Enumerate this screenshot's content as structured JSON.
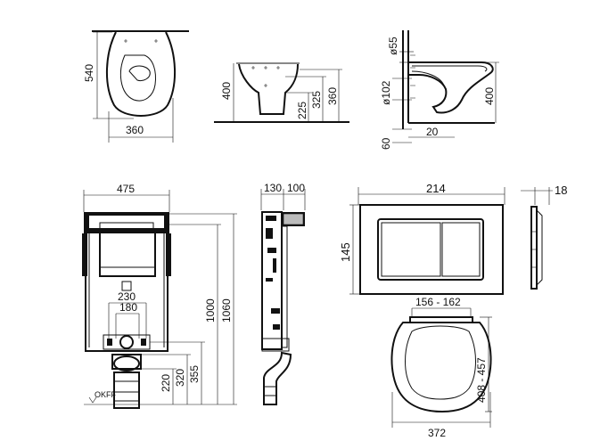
{
  "top_left": {
    "width": "360",
    "depth": "540"
  },
  "top_middle": {
    "h400": "400",
    "h360": "360",
    "h325": "325",
    "h225": "225"
  },
  "top_right": {
    "d55": "ø55",
    "d102": "ø102",
    "h400": "400",
    "w60": "60",
    "w20": "20"
  },
  "frame_front": {
    "w475": "475",
    "w230": "230",
    "w180": "180",
    "h1060": "1060",
    "h1000": "1000",
    "h355": "355",
    "h320": "320",
    "h220": "220",
    "okff": "OKFF"
  },
  "frame_side": {
    "w130": "130",
    "w100": "100"
  },
  "flush_plate": {
    "w214": "214",
    "h145": "145",
    "d18": "18"
  },
  "seat": {
    "hinge": "156 - 162",
    "length": "408 - 457",
    "width": "372"
  }
}
